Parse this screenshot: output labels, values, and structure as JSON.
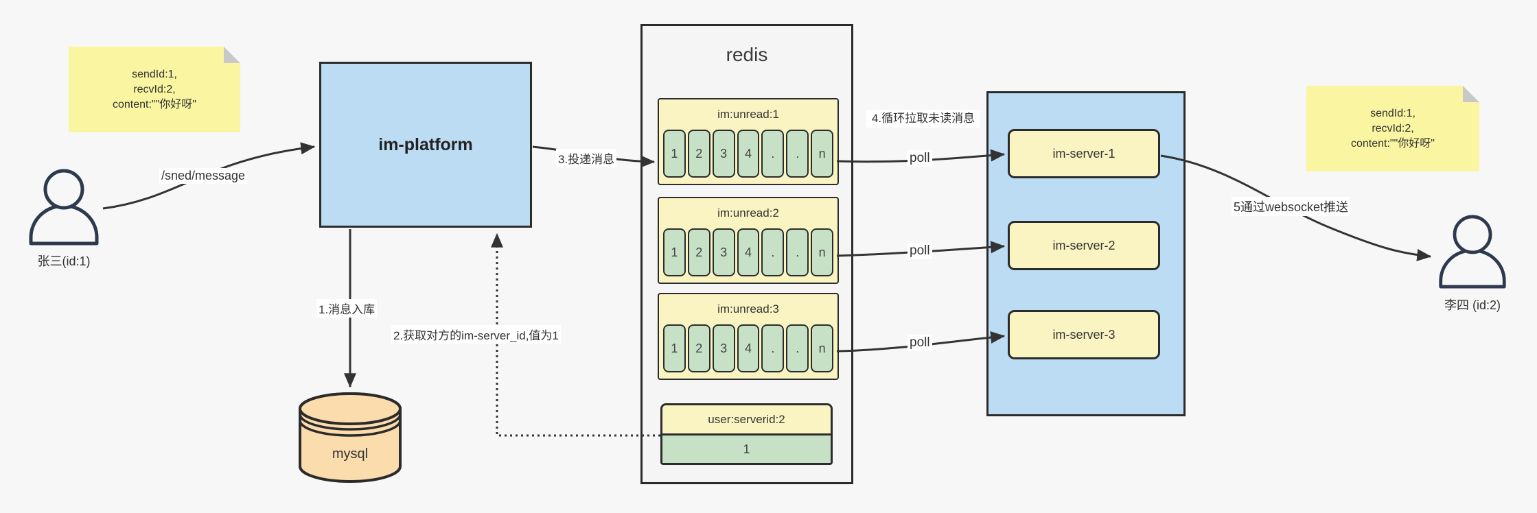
{
  "colors": {
    "background": "#f7f7f7",
    "note_yellow": "#f9f5a0",
    "box_blue": "#bcdcf4",
    "pale_yellow": "#faf4c2",
    "cell_green": "#c7e1c6",
    "mysql_peach": "#fbdcad",
    "border_dark": "#2b2b2b",
    "arrow": "#333333"
  },
  "note_left": {
    "lines": [
      "sendId:1,",
      "recvId:2,",
      "content:\"\"你好呀\""
    ]
  },
  "note_right": {
    "lines": [
      "sendId:1,",
      "recvId:2,",
      "content:\"\"你好呀\""
    ]
  },
  "sender": {
    "label": "张三(id:1)"
  },
  "receiver": {
    "label": "李四 (id:2)"
  },
  "platform": {
    "label": "im-platform"
  },
  "mysql": {
    "label": "mysql"
  },
  "redis": {
    "title": "redis",
    "queues": [
      {
        "name": "im:unread:1",
        "cells": [
          "1",
          "2",
          "3",
          "4",
          ".",
          ".",
          "n"
        ]
      },
      {
        "name": "im:unread:2",
        "cells": [
          "1",
          "2",
          "3",
          "4",
          ".",
          ".",
          "n"
        ]
      },
      {
        "name": "im:unread:3",
        "cells": [
          "1",
          "2",
          "3",
          "4",
          ".",
          ".",
          "n"
        ]
      }
    ],
    "kv": {
      "name": "user:serverid:2",
      "value": "1"
    }
  },
  "cluster": {
    "servers": [
      {
        "label": "im-server-1"
      },
      {
        "label": "im-server-2"
      },
      {
        "label": "im-server-3"
      }
    ]
  },
  "labels": {
    "send_api": "/sned/message",
    "step1": "1.消息入库",
    "step2": "2.获取对方的im-server_id,值为1",
    "step3": "3.投递消息",
    "step4": "4.循环拉取未读消息",
    "poll1": "poll",
    "poll2": "poll",
    "poll3": "poll",
    "step5": "5通过websocket推送"
  }
}
